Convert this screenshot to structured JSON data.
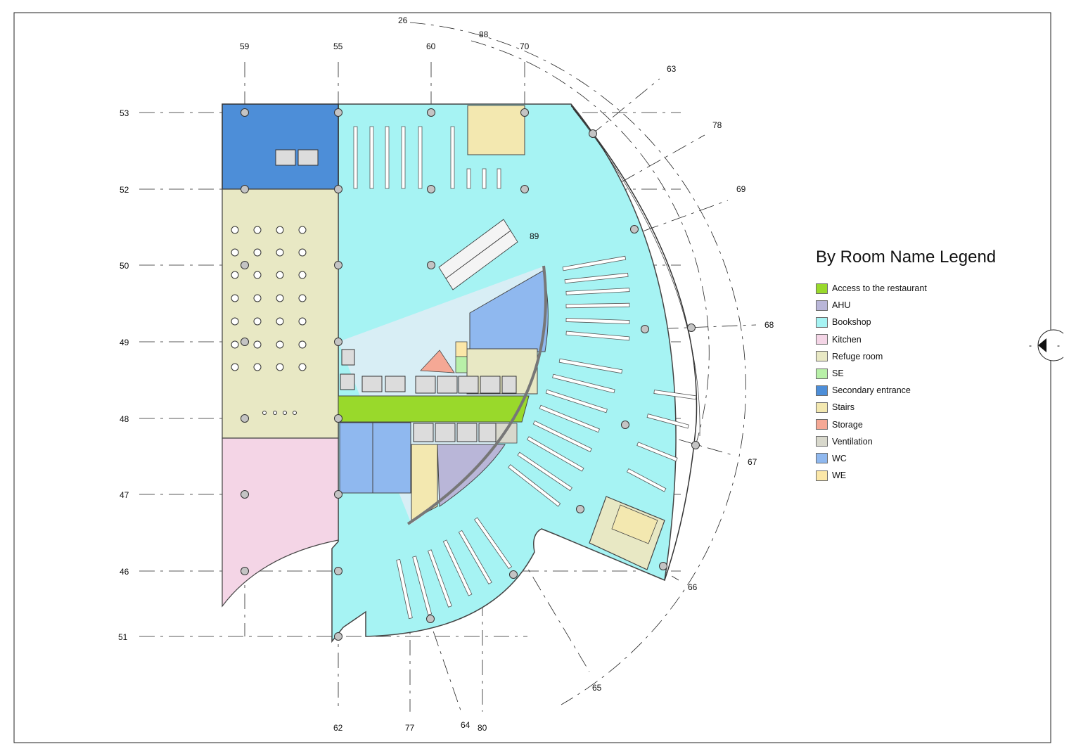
{
  "legend": {
    "title": "By Room Name Legend",
    "items": [
      {
        "label": "Access to the restaurant",
        "color": "#99d92b"
      },
      {
        "label": "AHU",
        "color": "#b9b6d8"
      },
      {
        "label": "Bookshop",
        "color": "#a6f3f3"
      },
      {
        "label": "Kitchen",
        "color": "#f4d5e6"
      },
      {
        "label": "Refuge room",
        "color": "#e8e8c4"
      },
      {
        "label": "SE",
        "color": "#b8f0a8"
      },
      {
        "label": "Secondary entrance",
        "color": "#4d8ed8"
      },
      {
        "label": "Stairs",
        "color": "#f3e8b0"
      },
      {
        "label": "Storage",
        "color": "#f5a895"
      },
      {
        "label": "Ventilation",
        "color": "#d8d8cc"
      },
      {
        "label": "WC",
        "color": "#8fb8ef"
      },
      {
        "label": "WE",
        "color": "#fbe7a8"
      }
    ]
  },
  "grid_labels": {
    "g26": "26",
    "g88": "88",
    "g59": "59",
    "g55": "55",
    "g60": "60",
    "g70": "70",
    "g63": "63",
    "g78": "78",
    "g69": "69",
    "g89": "89",
    "g68": "68",
    "g67": "67",
    "g66": "66",
    "g65": "65",
    "g62": "62",
    "g77": "77",
    "g64": "64",
    "g80": "80",
    "g53": "53",
    "g52": "52",
    "g50": "50",
    "g49": "49",
    "g48": "48",
    "g47": "47",
    "g46": "46",
    "g51": "51"
  },
  "section_marker": {
    "left": "-",
    "right": "-"
  }
}
